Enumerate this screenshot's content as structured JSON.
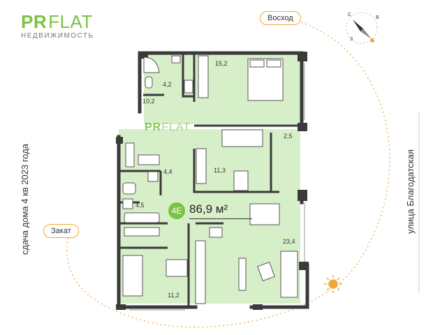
{
  "brand": {
    "logo_pr": "PR",
    "logo_flat": "FLAT",
    "logo_sub": "НЕДВИЖИМОСТЬ"
  },
  "plan": {
    "delivery_text": "сдача дома 4 кв 2023 года",
    "street": "улица Благодатская",
    "sunrise_label": "Восход",
    "sunset_label": "Закат",
    "unit_code": "4E",
    "total_area": "86,9 м²",
    "rooms": [
      {
        "name": "bathroom-top",
        "area": "4,2"
      },
      {
        "name": "hall",
        "area": "10,2"
      },
      {
        "name": "bedroom-master",
        "area": "15,2"
      },
      {
        "name": "balcony",
        "area": "2,5"
      },
      {
        "name": "bedroom-middle",
        "area": "11,3"
      },
      {
        "name": "corridor",
        "area": "4,4"
      },
      {
        "name": "bathroom-bottom",
        "area": "4,5"
      },
      {
        "name": "living-kitchen",
        "area": "23,4"
      },
      {
        "name": "bedroom-small",
        "area": "11,2"
      }
    ]
  },
  "compass": {
    "n": "С",
    "e": "В",
    "s": "",
    "w": "З"
  },
  "colors": {
    "brand_green": "#7cc243",
    "room_fill": "#d7efc9",
    "wall": "#3a3a3a",
    "sun_orange": "#f2a83a"
  }
}
